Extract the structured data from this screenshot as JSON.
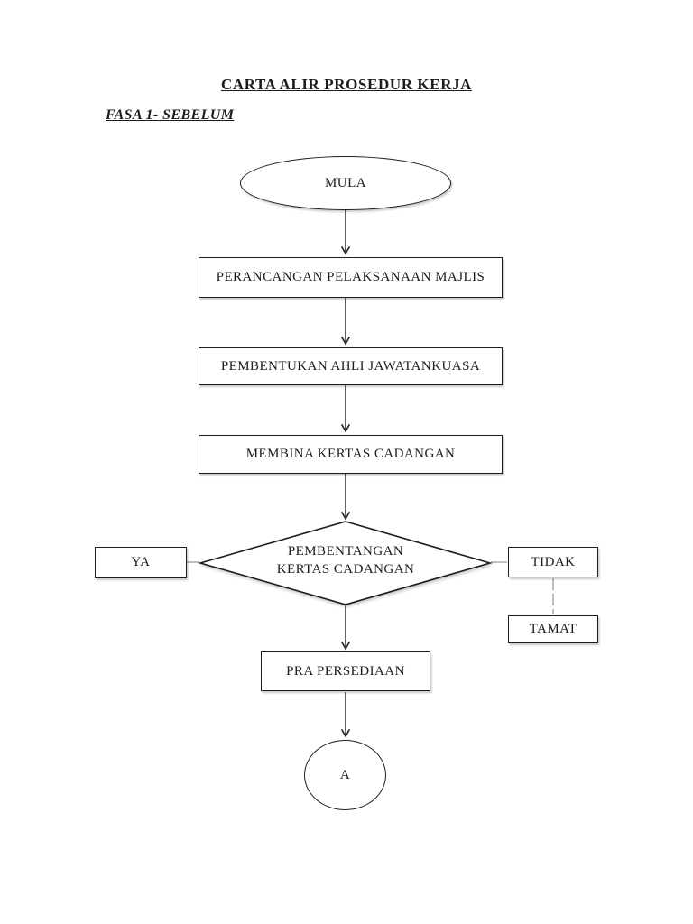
{
  "document": {
    "title": "CARTA ALIR PROSEDUR KERJA",
    "phase_label": "FASA 1- SEBELUM"
  },
  "flowchart": {
    "start": {
      "label": "MULA"
    },
    "steps": [
      {
        "label": "PERANCANGAN PELAKSANAAN MAJLIS"
      },
      {
        "label": "PEMBENTUKAN AHLI JAWATANKUASA"
      },
      {
        "label": "MEMBINA KERTAS CADANGAN"
      }
    ],
    "decision": {
      "line1": "PEMBENTANGAN",
      "line2": "KERTAS CADANGAN"
    },
    "yes_branch": {
      "label": "YA"
    },
    "no_branch": {
      "label": "TIDAK"
    },
    "terminator": {
      "label": "TAMAT"
    },
    "next_step": {
      "label": "PRA PERSEDIAAN"
    },
    "offpage_connector": {
      "label": "A"
    }
  },
  "colors": {
    "page_background": "#ffffff",
    "shape_stroke": "#1d1d1d",
    "arrow_stroke": "#2a2a2a",
    "light_connector_stroke": "#9a9a9a",
    "text": "#1c1c1c"
  }
}
